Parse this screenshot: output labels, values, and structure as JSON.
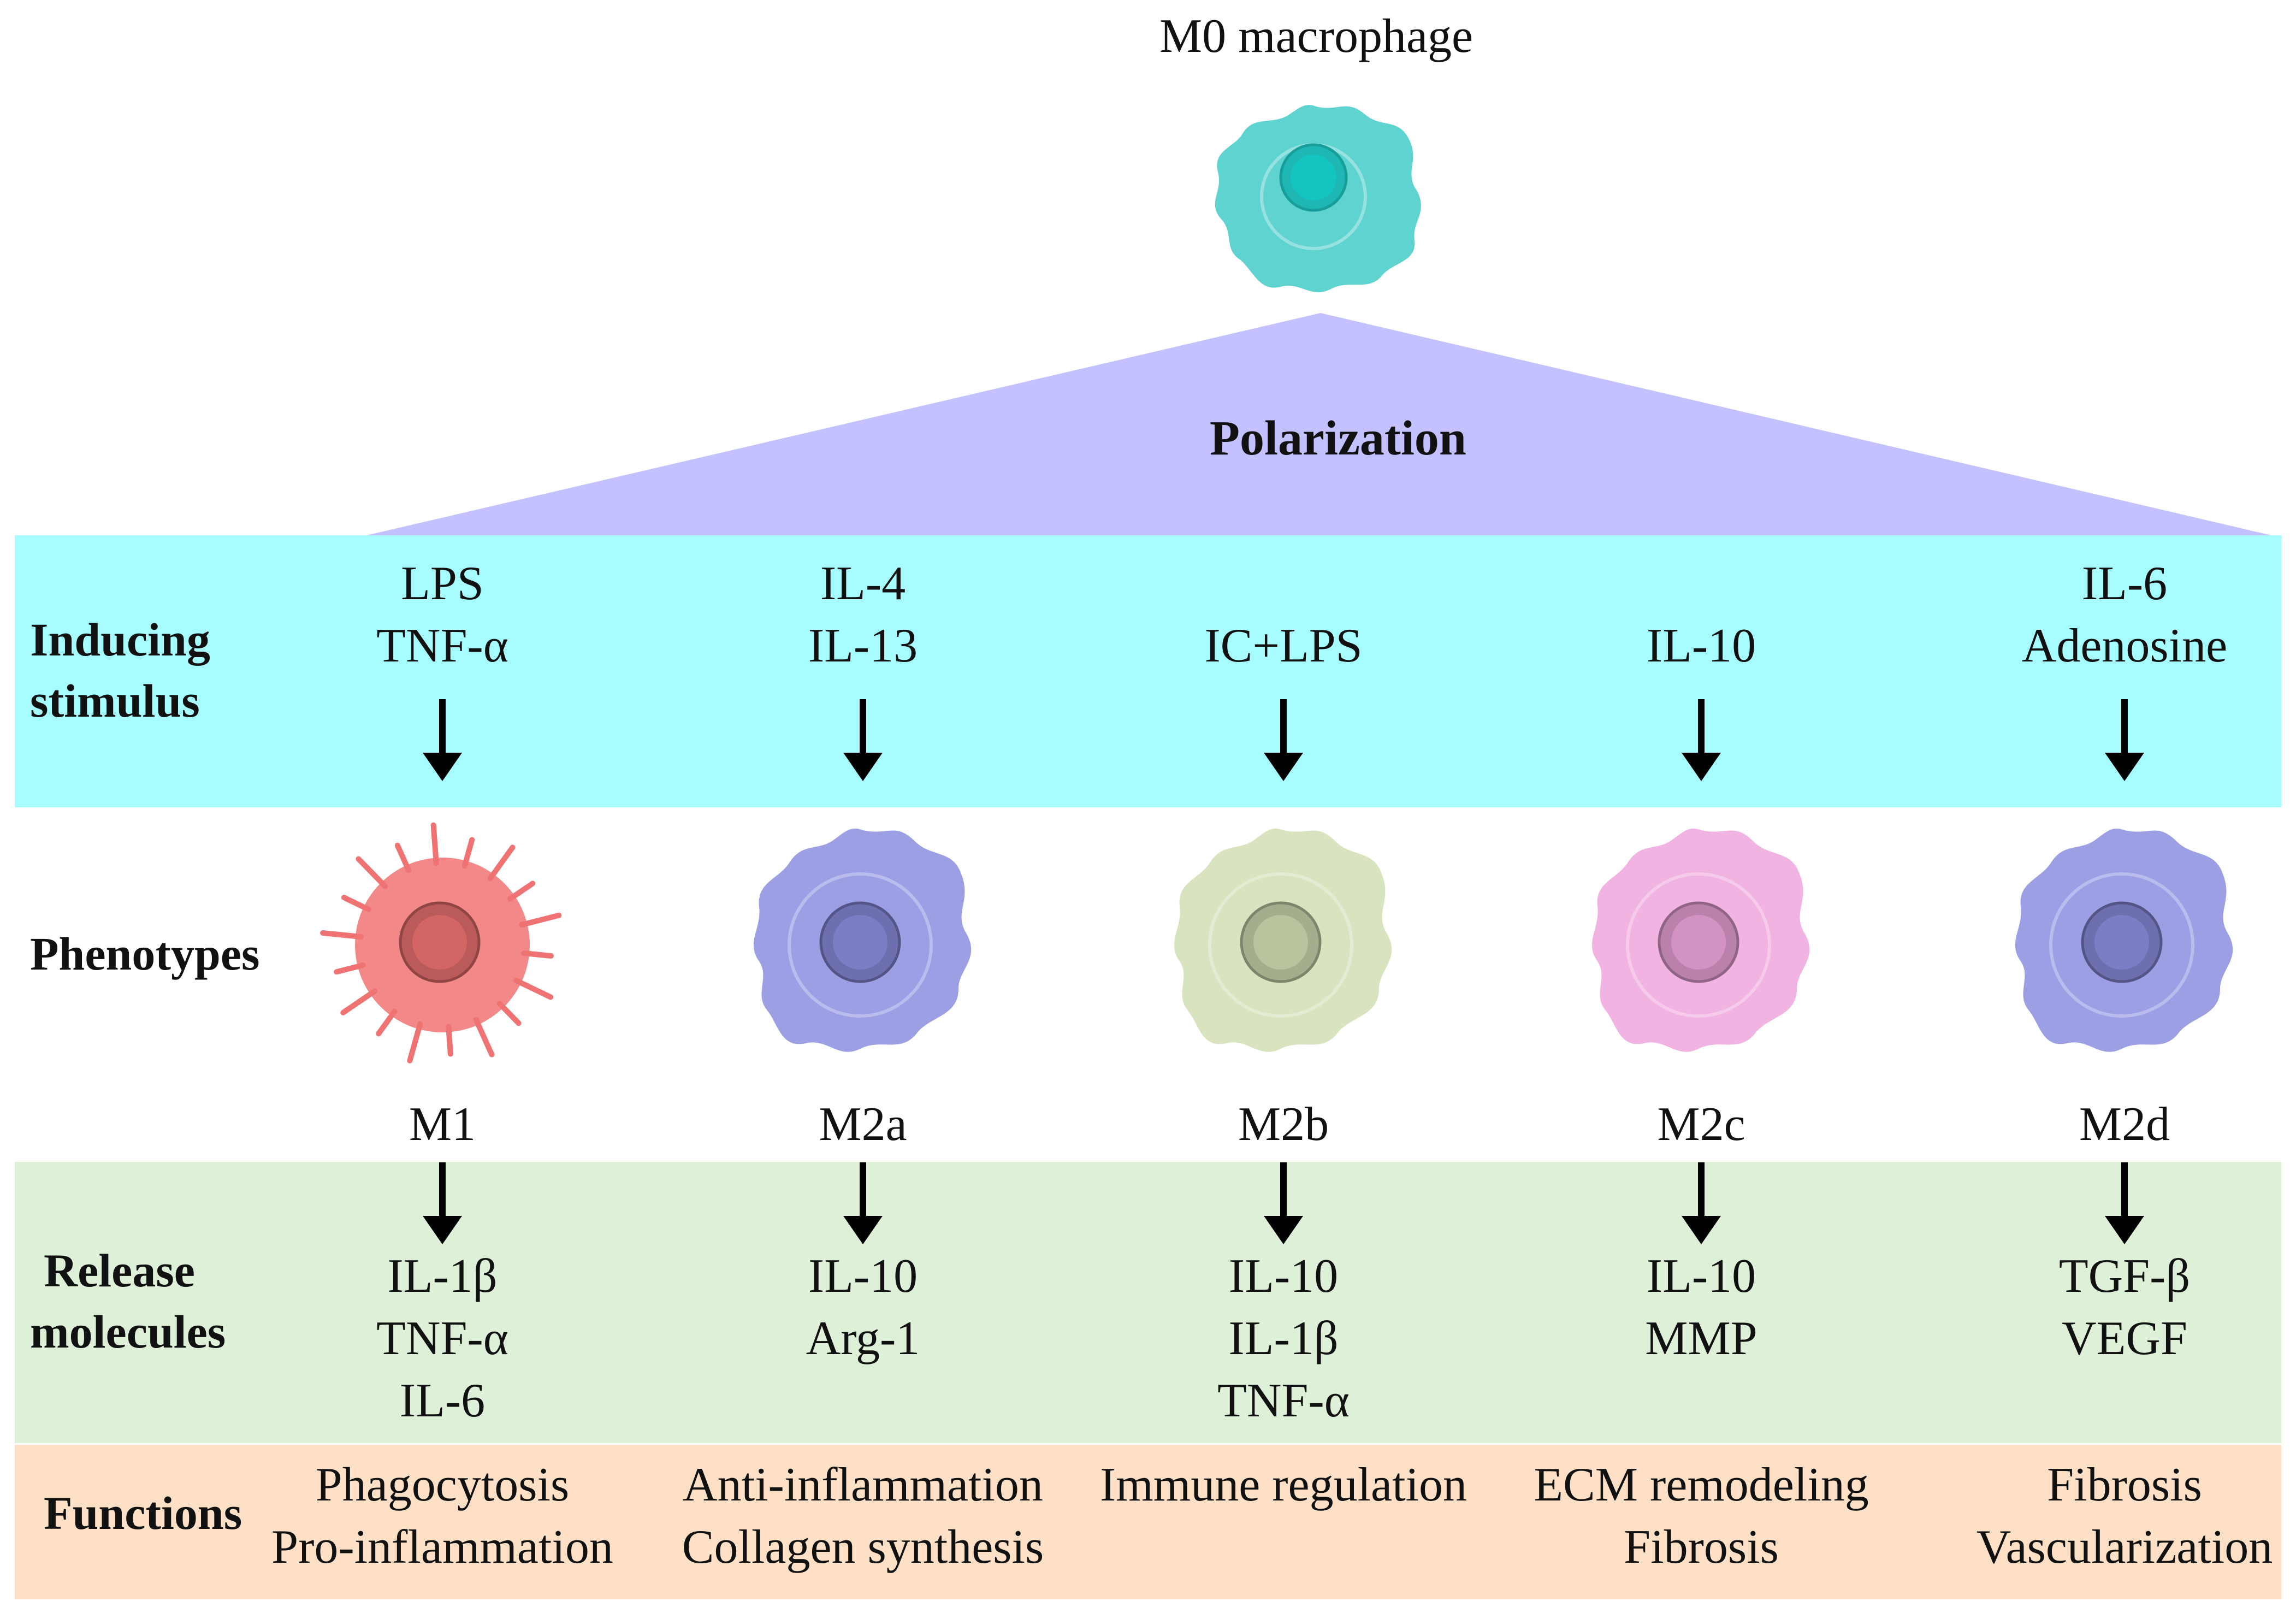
{
  "title": "M0 macrophage",
  "polarization_label": "Polarization",
  "row_labels": {
    "inducing": [
      "Inducing",
      "stimulus"
    ],
    "phenotypes": "Phenotypes",
    "release": [
      "Release",
      "molecules"
    ],
    "functions": "Functions"
  },
  "colors": {
    "m0": "#5ed3cf",
    "triangle": "#c3c1ff",
    "inducing_band": "#a6fcff",
    "release_band": "#dff0d8",
    "functions_band": "#fde0c6",
    "m1": "#f07373",
    "m2a": "#8c8ee0",
    "m2b": "#d0dfb4",
    "m2c": "#efa6dd",
    "m2d": "#8c8ee0"
  },
  "columns": [
    {
      "id": "m1",
      "stimulus": [
        "LPS",
        "TNF-α"
      ],
      "phenotype": "M1",
      "cell_icon": "spiky-cell-icon",
      "release": [
        "IL-1β",
        "TNF-α",
        "IL-6"
      ],
      "functions": [
        "Phagocytosis",
        "Pro-inflammation"
      ]
    },
    {
      "id": "m2a",
      "stimulus": [
        "IL-4",
        "IL-13"
      ],
      "phenotype": "M2a",
      "cell_icon": "macrophage-icon",
      "release": [
        "IL-10",
        "Arg-1"
      ],
      "functions": [
        "Anti-inflammation",
        "Collagen synthesis"
      ]
    },
    {
      "id": "m2b",
      "stimulus": [
        "IC+LPS"
      ],
      "phenotype": "M2b",
      "cell_icon": "macrophage-icon",
      "release": [
        "IL-10",
        "IL-1β",
        "TNF-α"
      ],
      "functions": [
        "Immune regulation"
      ]
    },
    {
      "id": "m2c",
      "stimulus": [
        "IL-10"
      ],
      "phenotype": "M2c",
      "cell_icon": "macrophage-icon",
      "release": [
        "IL-10",
        "MMP"
      ],
      "functions": [
        "ECM remodeling",
        "Fibrosis"
      ]
    },
    {
      "id": "m2d",
      "stimulus": [
        "IL-6",
        "Adenosine"
      ],
      "phenotype": "M2d",
      "cell_icon": "macrophage-icon",
      "release": [
        "TGF-β",
        "VEGF"
      ],
      "functions": [
        "Fibrosis",
        "Vascularization"
      ]
    }
  ]
}
